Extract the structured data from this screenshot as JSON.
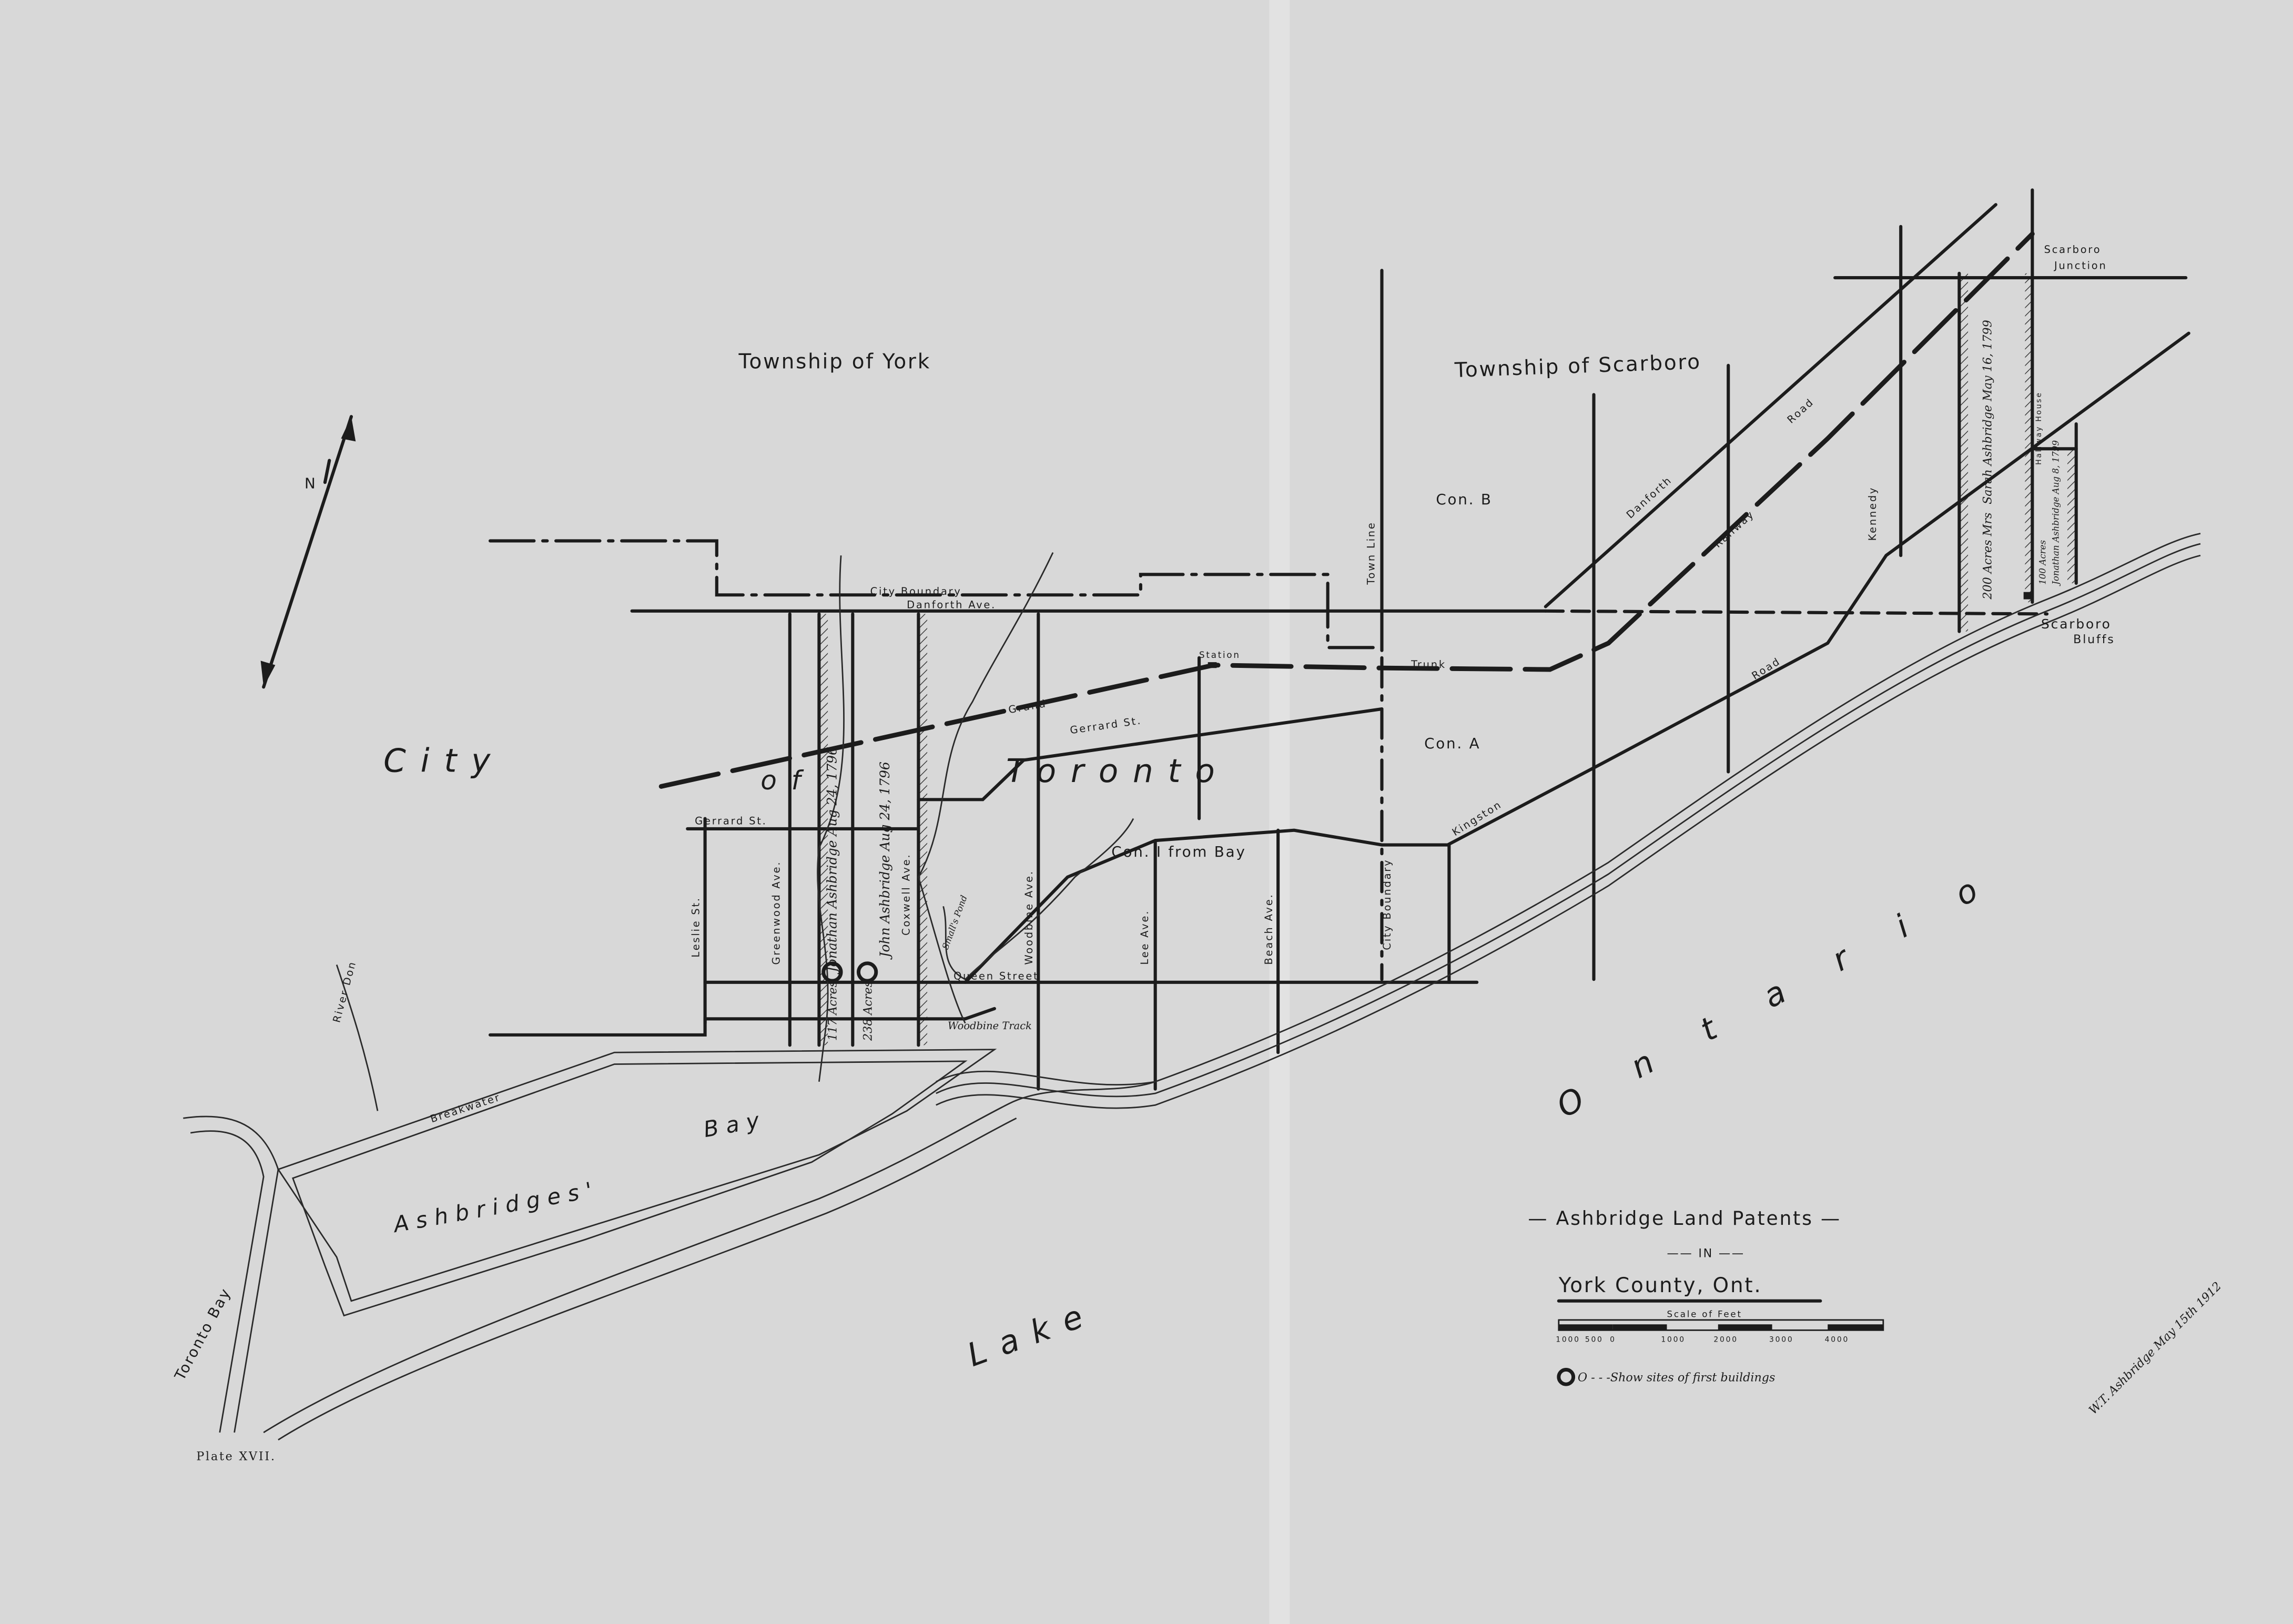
{
  "map": {
    "title": "— Ashbridge Land Patents —",
    "in_label": "—— IN ——",
    "subtitle": "York County, Ont.",
    "scale": {
      "label": "Scale of Feet",
      "ticks": [
        "1000",
        "500",
        "0",
        "1000",
        "2000",
        "3000",
        "4000"
      ]
    },
    "legend": {
      "symbol": "circle",
      "text": "O - - -Show sites of first buildings"
    },
    "signature": "W.T. Ashbridge May 15th 1912",
    "plate": "Plate XVII.",
    "compass_label": "N",
    "regions": {
      "township_york": "Township of York",
      "township_scarboro": "Township of Scarboro",
      "city": "City",
      "of": "of",
      "toronto": "Toronto",
      "con_b": "Con. B",
      "con_a": "Con. A",
      "con_1": "Con. I from Bay",
      "lake": "Lake",
      "ontario": "Ontario",
      "ashbridges": "Ashbridges'",
      "bay": "Bay",
      "toronto_bay": "Toronto Bay"
    },
    "streets": {
      "city_boundary": "City Boundary",
      "danforth_ave": "Danforth Ave.",
      "grand": "Grand",
      "trunk": "Trunk",
      "railway": "Railway",
      "road": "Road",
      "gerrard_st": "Gerrard St.",
      "gerrard_w": "Gerrard St.",
      "queen_street": "Queen Street",
      "leslie_st": "Leslie St.",
      "greenwood_ave": "Greenwood Ave.",
      "coxwell_ave": "Coxwell Ave.",
      "woodbine_ave": "Woodbine Ave.",
      "lee_ave": "Lee Ave.",
      "beach_ave": "Beach Ave.",
      "city_boundary_v": "City Boundary",
      "town_line": "Town Line",
      "danforth": "Danforth",
      "kennedy": "Kennedy",
      "kingston": "Kingston",
      "kingston_road": "Road",
      "breakwater": "Breakwater",
      "river_don": "River Don",
      "station": "Station",
      "woodbine_track": "Woodbine Track",
      "smalls_pond": "Small's Pond"
    },
    "patents": {
      "jonathan_1": "Jonathan Ashbridge Aug 24, 1796",
      "jonathan_1_acres": "117 Acres",
      "john": "John Ashbridge Aug 24, 1796",
      "john_acres": "238 Acres",
      "sarah": "Sarah Ashbridge May 16, 1799",
      "sarah_acres": "200 Acres Mrs",
      "jonathan_2": "Jonathan Ashbridge Aug 8, 1799",
      "jonathan_2_acres": "100 Acres",
      "halfway_house": "Halfway House"
    },
    "places": {
      "scarboro_junction_1": "Scarboro",
      "scarboro_junction_2": "Junction",
      "scarboro_bluffs_1": "Scarboro",
      "scarboro_bluffs_2": "Bluffs"
    }
  }
}
